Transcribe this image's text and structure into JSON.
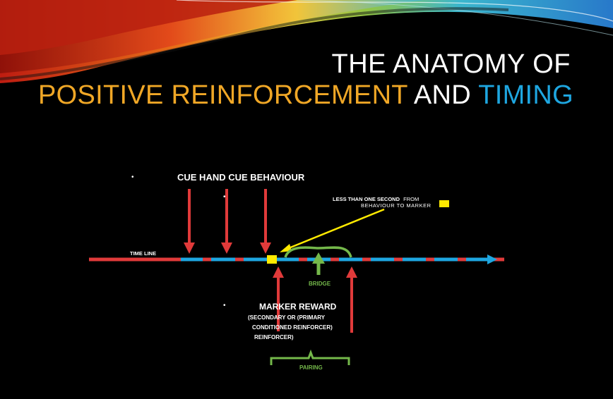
{
  "title": {
    "line1": "THE ANATOMY OF",
    "line2_part1": "POSITIVE REINFORCEMENT",
    "line2_part2": " AND ",
    "line2_part3": "TIMING"
  },
  "labels": {
    "cue_row": "CUE HAND CUE BEHAVIOUR",
    "time_line": "TIME LINE",
    "less_than_bold": "LESS THAN ONE SECOND",
    "less_than_rest": "FROM",
    "less_than_line2": "BEHAVIOUR TO MARKER",
    "bridge": "BRIDGE",
    "marker_reward": "MARKER REWARD",
    "secondary_or_primary": "(SECONDARY OR (PRIMARY",
    "conditioned_reinforcer": "CONDITIONED REINFORCER)",
    "reinforcer": "REINFORCER)",
    "pairing": "PAIRING"
  },
  "colors": {
    "red": "#e03a3a",
    "blue": "#1ea6e0",
    "green": "#74b84a",
    "yellow": "#ffea00",
    "orange": "#f0a726"
  }
}
